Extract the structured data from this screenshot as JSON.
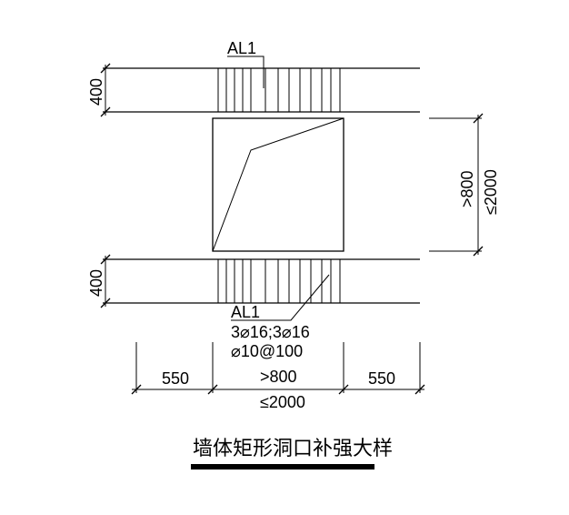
{
  "beam_label_top": "AL1",
  "beam_label_bottom": "AL1",
  "rebar_main": "3⌀16;3⌀16",
  "rebar_stirrup": "⌀10@100",
  "dim_beam_height_top": "400",
  "dim_beam_height_bottom": "400",
  "dim_opening_height_min": ">800",
  "dim_opening_height_max": "≤2000",
  "dim_extension_left": "550",
  "dim_extension_right": "550",
  "dim_opening_width_min": ">800",
  "dim_opening_width_max": "≤2000",
  "drawing_title": "墙体矩形洞口补强大样"
}
